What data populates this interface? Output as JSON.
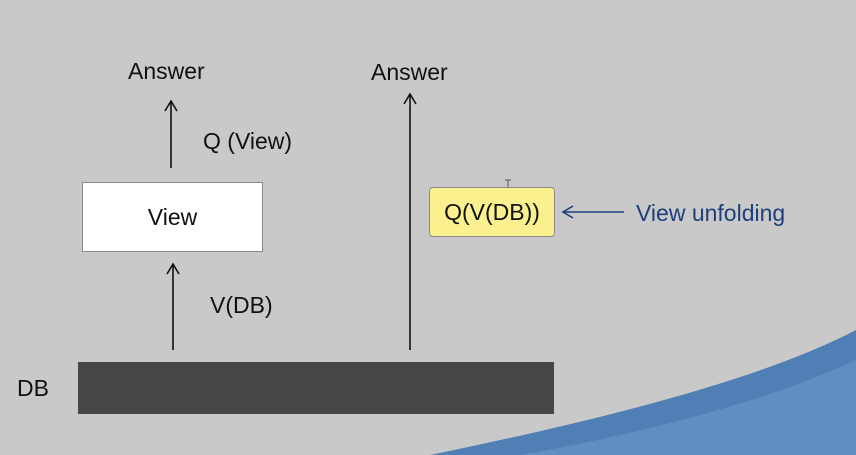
{
  "nodes": {
    "answer_left": "Answer",
    "answer_right": "Answer",
    "q_view": "Q (View)",
    "view_box": "View",
    "v_db": "V(DB)",
    "q_v_db": "Q(V(DB))",
    "view_unfolding": "View unfolding",
    "db_label": "DB"
  },
  "colors": {
    "background": "#c9c9c9",
    "db_bar": "#474747",
    "highlight_box": "#fbf08e",
    "annotation_blue": "#1f3f7a"
  }
}
